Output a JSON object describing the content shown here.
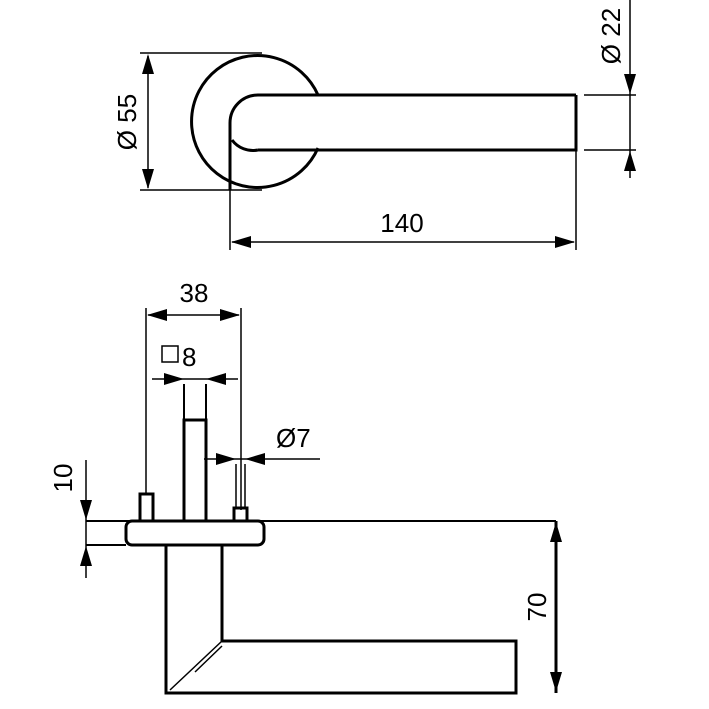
{
  "drawing": {
    "ink_color": "#000000",
    "background": "#ffffff",
    "top_view": {
      "rose_diameter": "Ø 55",
      "lever_length": "140",
      "lever_diameter": "Ø 22"
    },
    "side_view": {
      "spindle_spacing": "38",
      "square_spindle": "8",
      "pin_diameter": "Ø7",
      "rose_thickness": "10",
      "lever_height": "70"
    }
  }
}
